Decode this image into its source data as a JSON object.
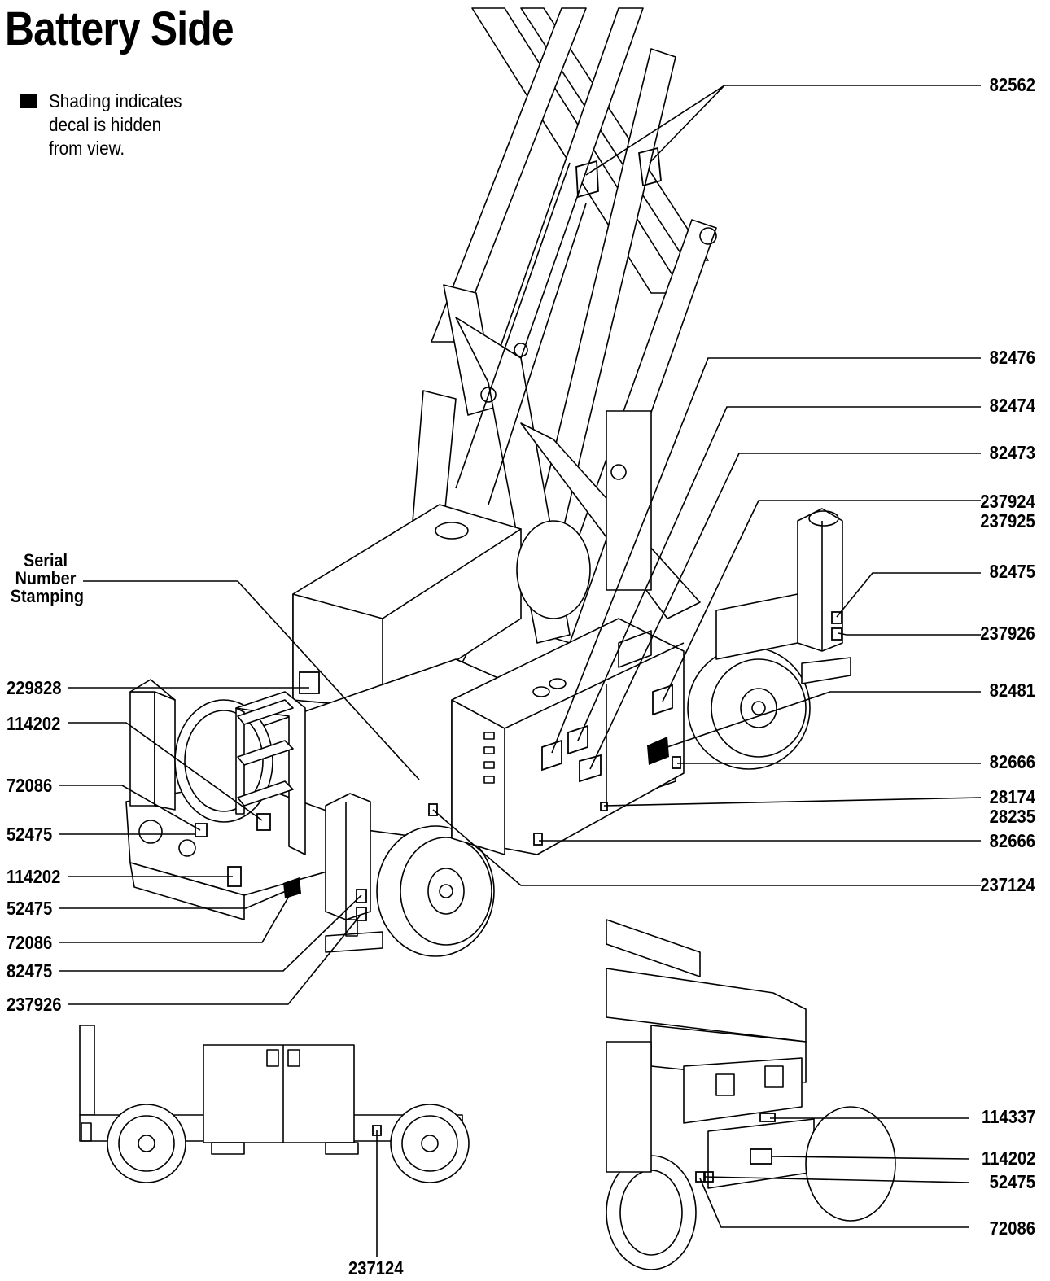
{
  "title": "Battery Side",
  "legend": {
    "icon": "filled-black-square",
    "lines": [
      "Shading indicates",
      "decal is hidden",
      "from view."
    ]
  },
  "serial_label": [
    "Serial",
    "Number",
    "Stamping"
  ],
  "right_labels": [
    {
      "id": "r-82562",
      "lines": [
        "82562"
      ]
    },
    {
      "id": "r-82476",
      "lines": [
        "82476"
      ]
    },
    {
      "id": "r-82474",
      "lines": [
        "82474"
      ]
    },
    {
      "id": "r-82473",
      "lines": [
        "82473"
      ]
    },
    {
      "id": "r-237924",
      "lines": [
        "237924",
        "237925"
      ]
    },
    {
      "id": "r-82475",
      "lines": [
        "82475"
      ]
    },
    {
      "id": "r-237926",
      "lines": [
        "237926"
      ]
    },
    {
      "id": "r-82481",
      "lines": [
        "82481"
      ]
    },
    {
      "id": "r-82666a",
      "lines": [
        "82666"
      ]
    },
    {
      "id": "r-28174",
      "lines": [
        "28174",
        "28235"
      ]
    },
    {
      "id": "r-82666b",
      "lines": [
        "82666"
      ]
    },
    {
      "id": "r-237124",
      "lines": [
        "237124"
      ]
    },
    {
      "id": "r-114337",
      "lines": [
        "114337"
      ]
    },
    {
      "id": "r-114202",
      "lines": [
        "114202"
      ]
    },
    {
      "id": "r-52475",
      "lines": [
        "52475"
      ]
    },
    {
      "id": "r-72086",
      "lines": [
        "72086"
      ]
    }
  ],
  "left_labels": [
    {
      "id": "l-229828",
      "text": "229828"
    },
    {
      "id": "l-114202a",
      "text": "114202"
    },
    {
      "id": "l-72086a",
      "text": "72086"
    },
    {
      "id": "l-52475a",
      "text": "52475"
    },
    {
      "id": "l-114202b",
      "text": "114202"
    },
    {
      "id": "l-52475b",
      "text": "52475"
    },
    {
      "id": "l-72086b",
      "text": "72086"
    },
    {
      "id": "l-82475",
      "text": "82475"
    },
    {
      "id": "l-237926",
      "text": "237926"
    }
  ],
  "bottom_label": "237124"
}
